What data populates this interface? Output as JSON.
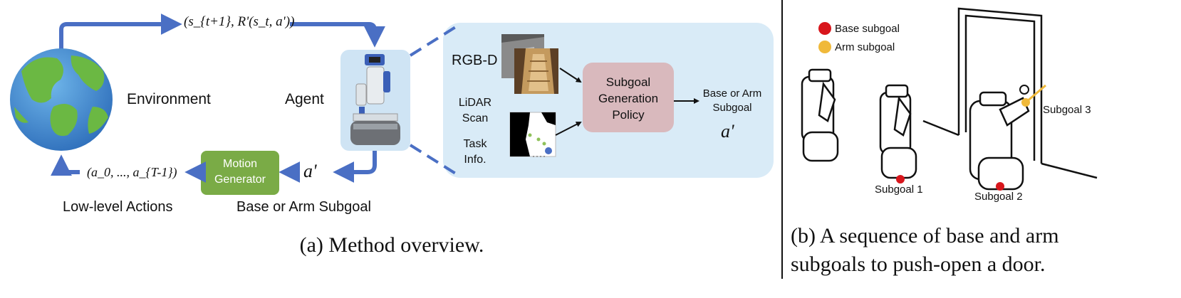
{
  "panel_a": {
    "feedback_label": "(s_{t+1}, R'(s_t, a'))",
    "environment_label": "Environment",
    "agent_label": "Agent",
    "actions_math": "(a_0, ..., a_{T-1})",
    "low_level_label": "Low-level Actions",
    "motion_generator": [
      "Motion",
      "Generator"
    ],
    "subgoal_symbol": "a'",
    "base_arm_subgoal_label": "Base or Arm Subgoal",
    "detail": {
      "rgbd_label": "RGB-D",
      "lidar_label": [
        "LiDAR",
        "Scan"
      ],
      "task_label": [
        "Task",
        "Info."
      ],
      "policy_label": [
        "Subgoal",
        "Generation",
        "Policy"
      ],
      "output_label": [
        "Base or Arm",
        "Subgoal"
      ],
      "output_symbol": "a'"
    },
    "caption": "(a) Method overview."
  },
  "panel_b": {
    "legend": [
      {
        "label": "Base subgoal",
        "color": "#d8161c"
      },
      {
        "label": "Arm subgoal",
        "color": "#f0b93a"
      }
    ],
    "subgoal_labels": [
      "Subgoal 1",
      "Subgoal 2",
      "Subgoal 3"
    ],
    "caption": [
      "(b) A sequence of base and arm",
      "subgoals to push-open a door."
    ]
  },
  "colors": {
    "arrow_blue": "#4a6fc4",
    "panel_bg": "#d9ebf7",
    "agent_bg": "#cfe4f4",
    "motion_green": "#7aab46",
    "policy_pink": "#d9b9bd"
  }
}
